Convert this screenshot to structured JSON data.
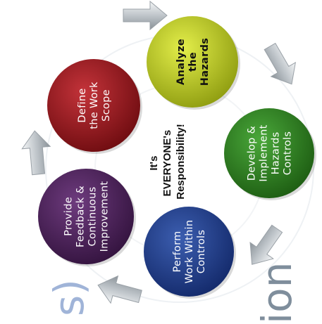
{
  "steps": [
    {
      "lines": [
        "Define",
        "the Work",
        "Scope"
      ],
      "fill": "#8e1418",
      "text_color": "#ffffff"
    },
    {
      "lines": [
        "Analyze",
        "the",
        "Hazards"
      ],
      "fill": "#b6c41a",
      "text_color": "#111111"
    },
    {
      "lines": [
        "Develop &",
        "Implement",
        "Hazards",
        "Controls"
      ],
      "fill": "#2e7d1c",
      "text_color": "#ffffff"
    },
    {
      "lines": [
        "Perform",
        "Work Within",
        "Controls"
      ],
      "fill": "#1d3d86",
      "text_color": "#ffffff"
    },
    {
      "lines": [
        "Provide",
        "Feedback &",
        "Continuous",
        "Improvement"
      ],
      "fill": "#4a2156",
      "text_color": "#ffffff"
    }
  ],
  "center": {
    "lines": [
      "It's",
      "EVERYONE's",
      "Responsibility!"
    ],
    "color": "#111111"
  },
  "partial_texts": [
    {
      "text": "s)",
      "color": "#a0b4d8"
    },
    {
      "text": "ion",
      "color": "#7f8e9c"
    }
  ],
  "arrow_color": "#cfd4d8"
}
